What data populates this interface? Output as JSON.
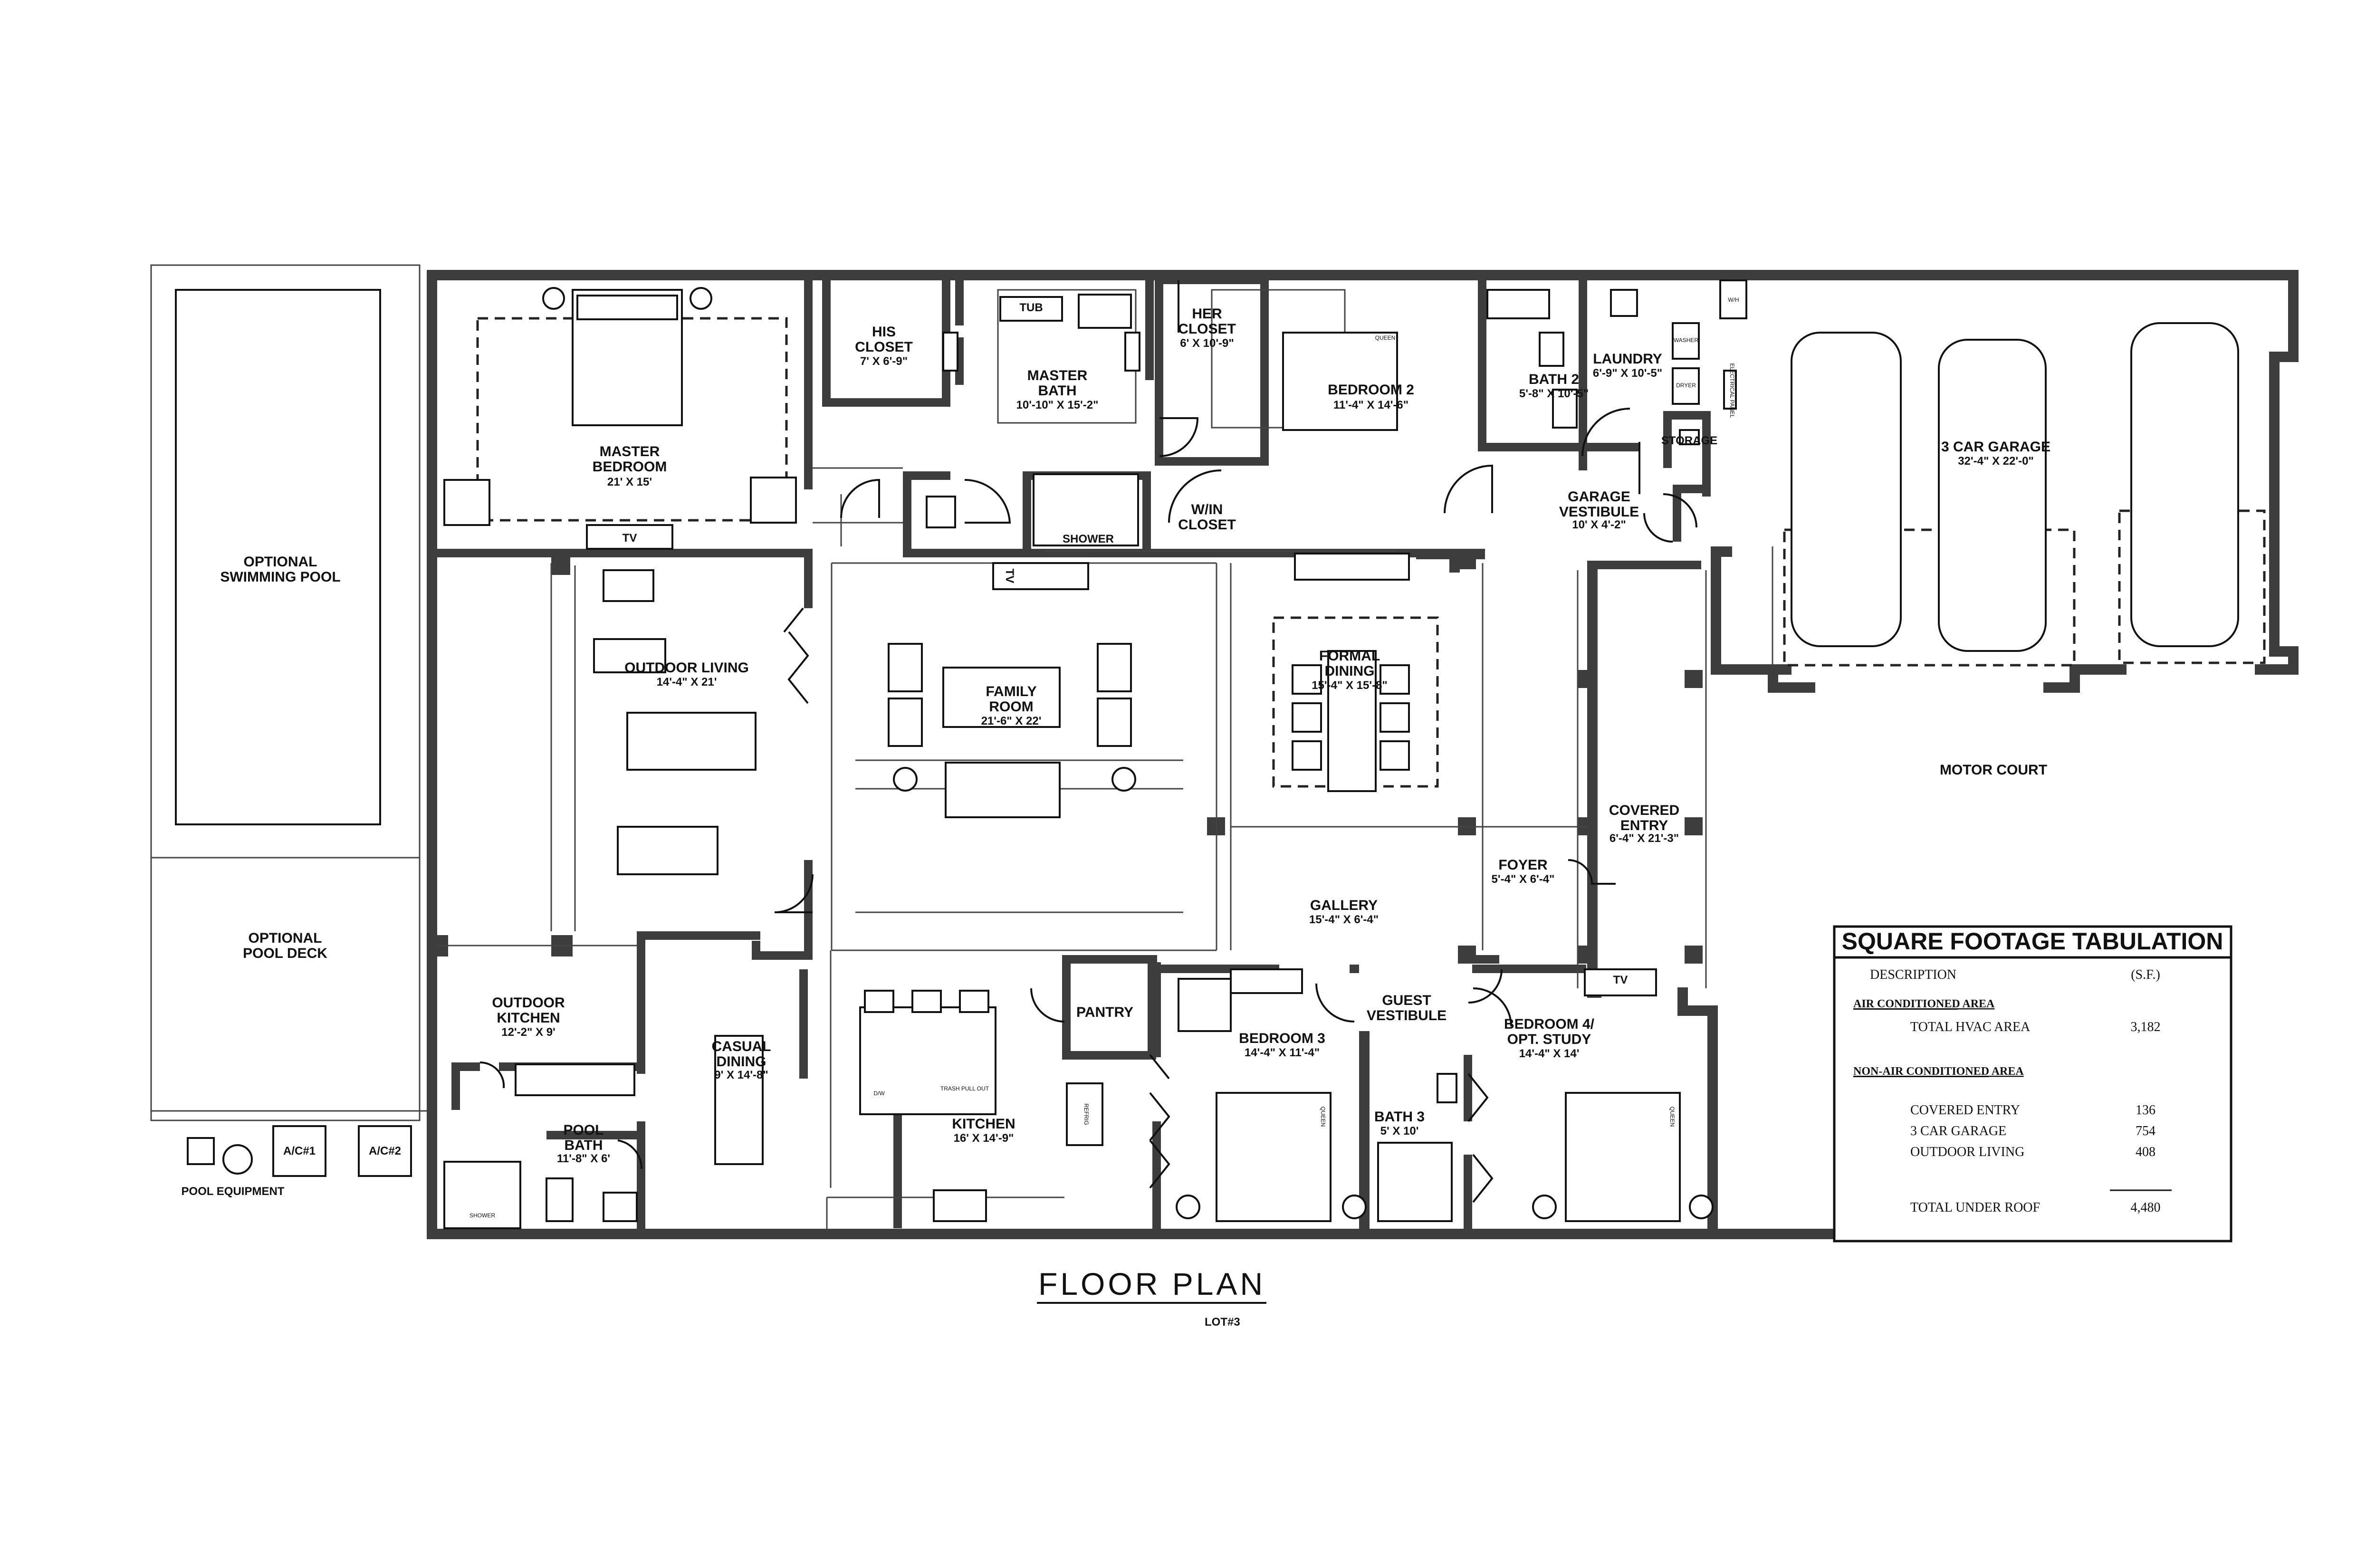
{
  "plan": {
    "title": "FLOOR PLAN",
    "subtitle": "LOT#3"
  },
  "rooms": {
    "master_bedroom": {
      "name_1": "MASTER",
      "name_2": "BEDROOM",
      "dim": "21' X 15'"
    },
    "his_closet": {
      "name_1": "HIS",
      "name_2": "CLOSET",
      "dim": "7' X 6'-9\""
    },
    "master_bath": {
      "name_1": "MASTER",
      "name_2": "BATH",
      "dim": "10'-10\" X 15'-2\""
    },
    "her_closet": {
      "name_1": "HER",
      "name_2": "CLOSET",
      "dim": "6' X 10'-9\""
    },
    "bedroom_2": {
      "name": "BEDROOM 2",
      "dim": "11'-4\" X 14'-6\""
    },
    "bath_2": {
      "name": "BATH 2",
      "dim": "5'-8\" X 10'-5\""
    },
    "laundry": {
      "name": "LAUNDRY",
      "dim": "6'-9\" X 10'-5\""
    },
    "storage": {
      "name": "STORAGE"
    },
    "garage": {
      "name": "3 CAR GARAGE",
      "dim": "32'-4\" X 22'-0\""
    },
    "garage_vestibule": {
      "name_1": "GARAGE",
      "name_2": "VESTIBULE",
      "dim": "10' X 4'-2\""
    },
    "wic": {
      "name_1": "W/IN",
      "name_2": "CLOSET"
    },
    "outdoor_living": {
      "name": "OUTDOOR LIVING",
      "dim": "14'-4\" X 21'"
    },
    "family_room": {
      "name_1": "FAMILY",
      "name_2": "ROOM",
      "dim": "21'-6\" X 22'"
    },
    "formal_dining": {
      "name_1": "FORMAL",
      "name_2": "DINING",
      "dim": "15'-4\" X 15'-8\""
    },
    "covered_entry": {
      "name_1": "COVERED",
      "name_2": "ENTRY",
      "dim": "6'-4\" X 21'-3\""
    },
    "foyer": {
      "name": "FOYER",
      "dim": "5'-4\" X 6'-4\""
    },
    "gallery": {
      "name": "GALLERY",
      "dim": "15'-4\" X 6'-4\""
    },
    "motor_court": {
      "name": "MOTOR COURT"
    },
    "optional_pool": {
      "name_1": "OPTIONAL",
      "name_2": "SWIMMING POOL"
    },
    "optional_deck": {
      "name_1": "OPTIONAL",
      "name_2": "POOL DECK"
    },
    "outdoor_kitchen": {
      "name_1": "OUTDOOR",
      "name_2": "KITCHEN",
      "dim": "12'-2\" X 9'"
    },
    "casual_dining": {
      "name_1": "CASUAL",
      "name_2": "DINING",
      "dim": "9' X 14'-8\""
    },
    "pantry": {
      "name": "PANTRY"
    },
    "kitchen": {
      "name": "KITCHEN",
      "dim": "16' X 14'-9\""
    },
    "bedroom_3": {
      "name": "BEDROOM 3",
      "dim": "14'-4\" X 11'-4\""
    },
    "guest_vestibule": {
      "name_1": "GUEST",
      "name_2": "VESTIBULE"
    },
    "bath_3": {
      "name": "BATH 3",
      "dim": "5' X 10'"
    },
    "bedroom_4": {
      "name_1": "BEDROOM 4/",
      "name_2": "OPT. STUDY",
      "dim": "14'-4\" X 14'"
    },
    "pool_bath": {
      "name_1": "POOL",
      "name_2": "BATH",
      "dim": "11'-8\" X 6'"
    }
  },
  "fixtures": {
    "tv": "TV",
    "tub": "TUB",
    "shower": "SHOWER",
    "ac1": "A/C#1",
    "ac2": "A/C#2",
    "pool_equipment": "POOL EQUIPMENT",
    "queen": "QUEEN",
    "washer": "WASHER",
    "dryer": "DRYER",
    "wh": "W/H",
    "panel": "ELECTRICAL PANEL",
    "dw": "D/W",
    "trash": "TRASH PULL OUT",
    "refrig": "REFRIG"
  },
  "tabulation": {
    "title": "SQUARE FOOTAGE TABULATION",
    "col_desc": "DESCRIPTION",
    "col_sf": "(S.F.)",
    "ac_heading": "AIR CONDITIONED AREA",
    "hvac_label": "TOTAL HVAC AREA",
    "hvac_value": "3,182",
    "nac_heading": "NON-AIR CONDITIONED AREA",
    "rows": [
      {
        "label": "COVERED ENTRY",
        "value": "136"
      },
      {
        "label": "3 CAR GARAGE",
        "value": "754"
      },
      {
        "label": "OUTDOOR LIVING",
        "value": "408"
      }
    ],
    "total_label": "TOTAL UNDER ROOF",
    "total_value": "4,480"
  }
}
